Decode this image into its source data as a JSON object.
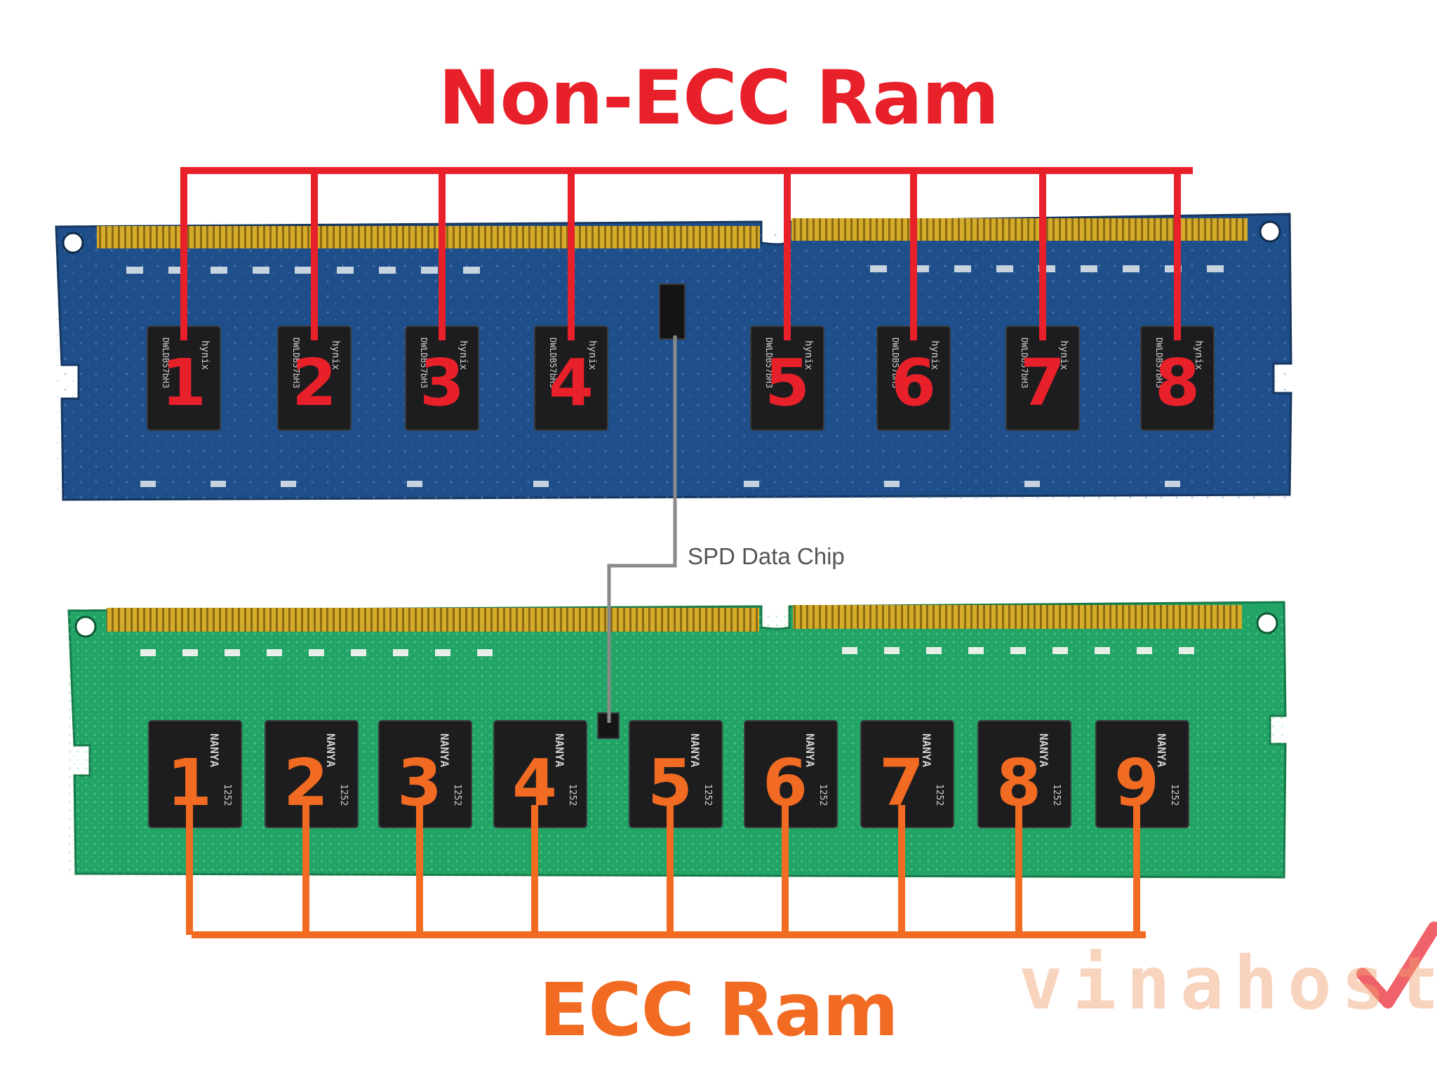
{
  "titles": {
    "non_ecc": "Non-ECC Ram",
    "ecc": "ECC Ram"
  },
  "spd_label": "SPD Data Chip",
  "brand": "vinahost.",
  "non_ecc_chips": [
    "1",
    "2",
    "3",
    "4",
    "5",
    "6",
    "7",
    "8"
  ],
  "ecc_chips": [
    "1",
    "2",
    "3",
    "4",
    "5",
    "6",
    "7",
    "8",
    "9"
  ],
  "chip_markings": {
    "hynix": "hynix",
    "hynix_code": "DWLDB57bH3",
    "nanya": "NANYA",
    "nanya_code": "1252"
  },
  "colors": {
    "non_ecc_accent": "#e8202a",
    "ecc_accent": "#f26b22",
    "non_ecc_pcb": "#1f4f8a",
    "ecc_pcb": "#22a466",
    "gold_contacts": "#c9a227",
    "chip": "#1d1d1f",
    "spd_line": "#8a8a8a",
    "brand": "#f0a070"
  }
}
